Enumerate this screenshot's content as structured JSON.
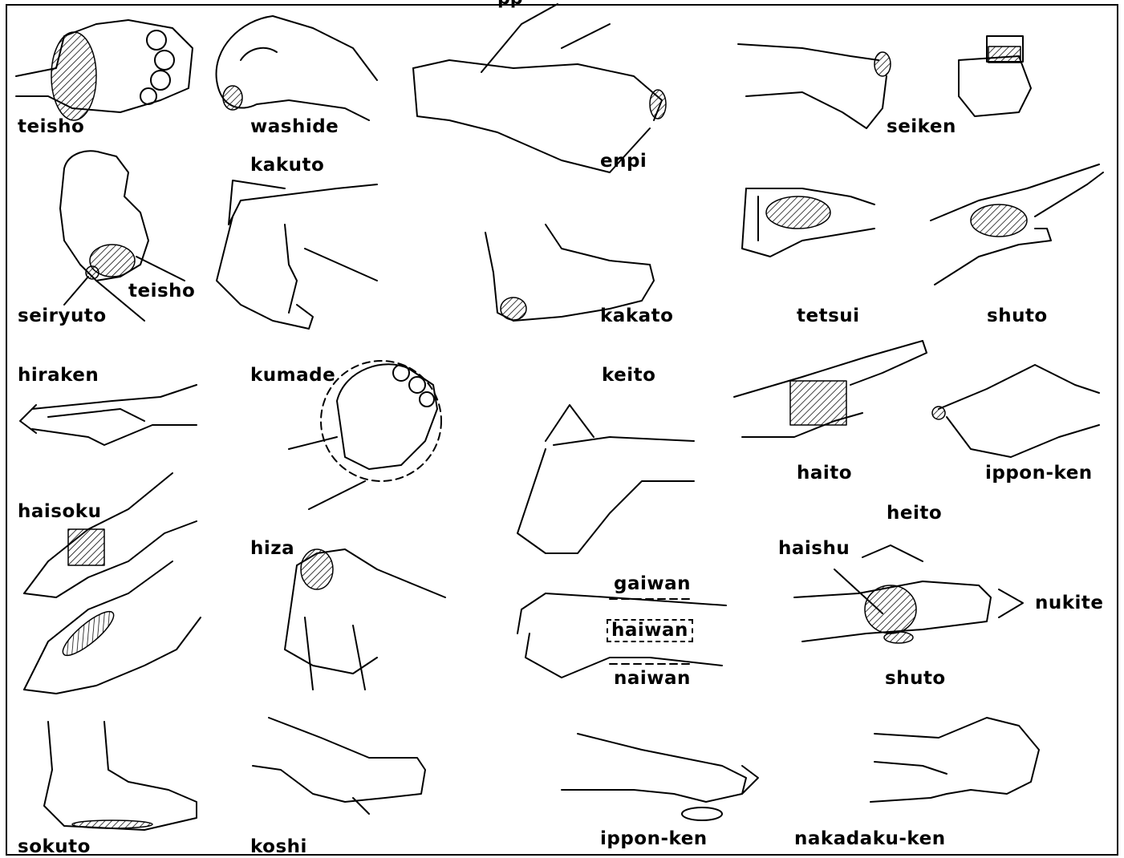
{
  "title_fragment": "pp",
  "labels": {
    "teisho_1": "teisho",
    "washide": "washide",
    "enpi": "enpi",
    "seiken": "seiken",
    "kakuto": "kakuto",
    "seiryuto": "seiryuto",
    "teisho_2": "teisho",
    "kakato": "kakato",
    "tetsui": "tetsui",
    "shuto_1": "shuto",
    "hiraken": "hiraken",
    "kumade": "kumade",
    "keito": "keito",
    "haito": "haito",
    "ippon_ken_1": "ippon-ken",
    "haisoku": "haisoku",
    "heito": "heito",
    "hiza": "hiza",
    "haishu": "haishu",
    "gaiwan": "gaiwan",
    "haiwan": "haiwan",
    "nukite": "nukite",
    "naiwan": "naiwan",
    "shuto_2": "shuto",
    "sokuto": "sokuto",
    "koshi": "koshi",
    "ippon_ken_2": "ippon-ken",
    "nakadaku_ken": "nakadaku-ken"
  }
}
